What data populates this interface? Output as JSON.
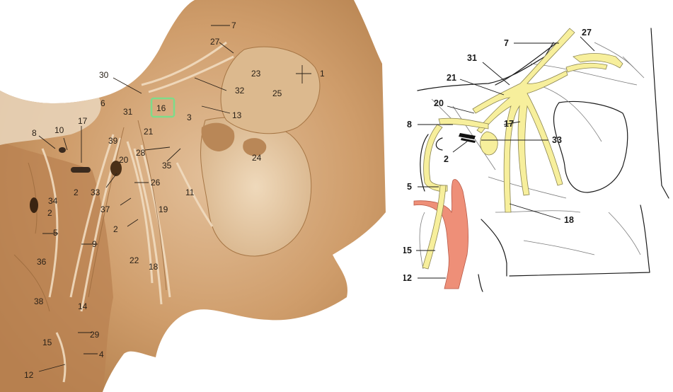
{
  "highlight_color": "#7ddc8a",
  "nerve_color": "#f7ef9c",
  "artery_color": "#ee8f78",
  "photo": {
    "labels": [
      "7",
      "27",
      "30",
      "6",
      "31",
      "16",
      "3",
      "32",
      "23",
      "1",
      "25",
      "13",
      "17",
      "8",
      "10",
      "39",
      "21",
      "28",
      "35",
      "24",
      "20",
      "2",
      "33",
      "26",
      "11",
      "34",
      "2",
      "37",
      "19",
      "2",
      "5",
      "9",
      "22",
      "18",
      "36",
      "38",
      "14",
      "29",
      "15",
      "4",
      "12"
    ],
    "highlighted": "16"
  },
  "drawing": {
    "labels": [
      "7",
      "27",
      "31",
      "21",
      "20",
      "8",
      "17",
      "33",
      "2",
      "5",
      "18",
      "15",
      "12"
    ]
  }
}
